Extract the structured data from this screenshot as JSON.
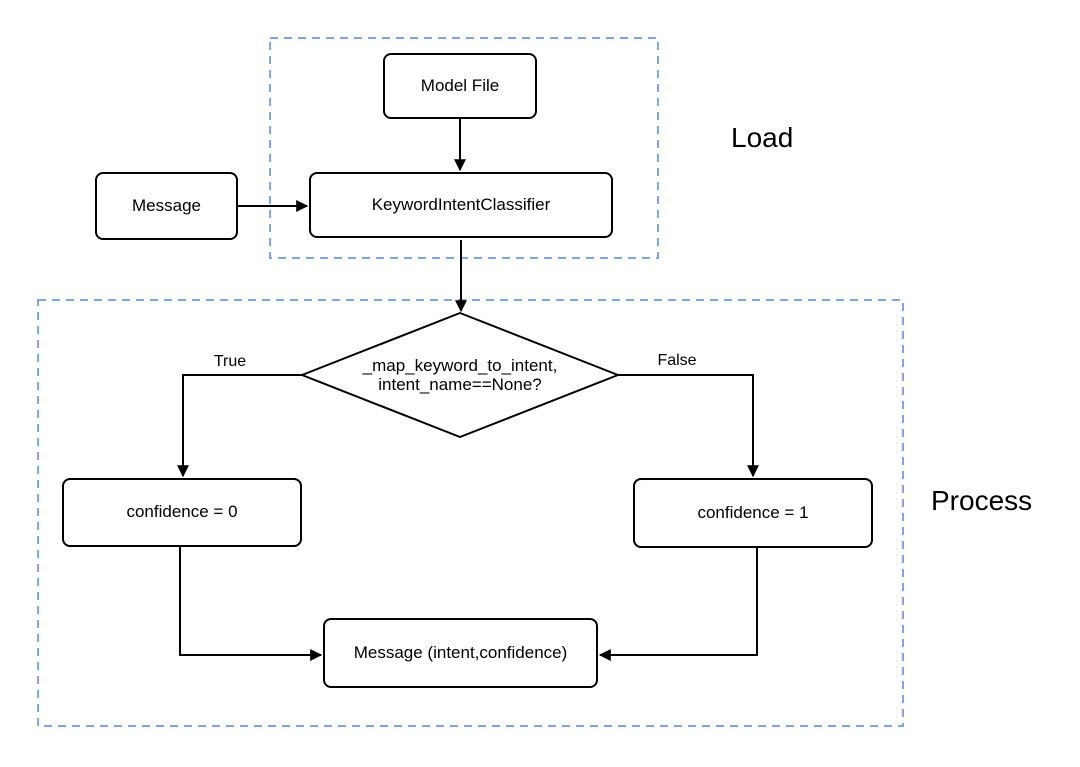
{
  "diagram": {
    "regions": [
      {
        "id": "load",
        "label": "Load"
      },
      {
        "id": "process",
        "label": "Process"
      }
    ],
    "nodes": {
      "model_file": {
        "label": "Model File"
      },
      "message_in": {
        "label": "Message"
      },
      "classifier": {
        "label": "KeywordIntentClassifier"
      },
      "decision": {
        "line1": "_map_keyword_to_intent,",
        "line2": "intent_name==None?"
      },
      "confidence_zero": {
        "label": "confidence = 0"
      },
      "confidence_one": {
        "label": "confidence = 1"
      },
      "output": {
        "label": "Message (intent,confidence)"
      }
    },
    "edges": {
      "true_label": "True",
      "false_label": "False"
    },
    "colors": {
      "region_border": "#7ea6e0",
      "node_border": "#000000",
      "node_fill": "#ffffff",
      "connector": "#000000",
      "text": "#000000",
      "background": "#ffffff"
    }
  }
}
